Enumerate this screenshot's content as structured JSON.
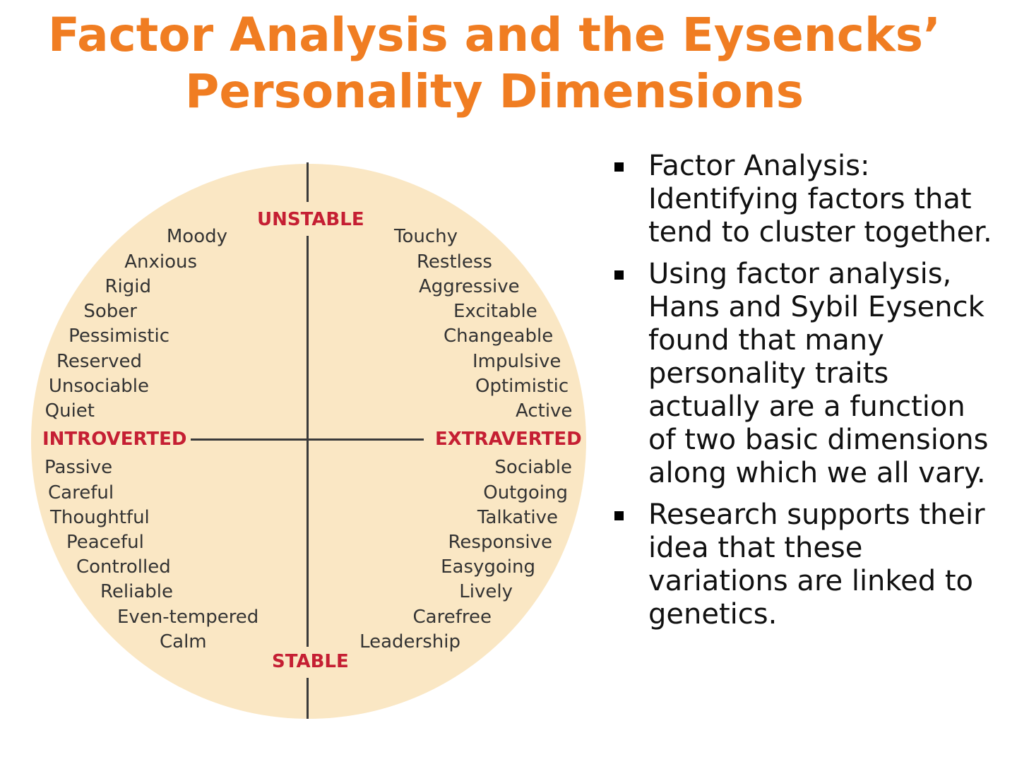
{
  "title": {
    "line1": "Factor Analysis and the Eysencks’",
    "line2": "Personality Dimensions"
  },
  "colors": {
    "title": "#f07d22",
    "circle": "#fae7c4",
    "pole_labels": "#c51f33",
    "trait_text": "#333333",
    "axis": "#3a3a3a"
  },
  "diagram": {
    "poles": {
      "top": "UNSTABLE",
      "bottom": "STABLE",
      "left": "INTROVERTED",
      "right": "EXTRAVERTED"
    },
    "quadrants": {
      "unstable_introverted": [
        "Moody",
        "Anxious",
        "Rigid",
        "Sober",
        "Pessimistic",
        "Reserved",
        "Unsociable",
        "Quiet"
      ],
      "unstable_extraverted": [
        "Touchy",
        "Restless",
        "Aggressive",
        "Excitable",
        "Changeable",
        "Impulsive",
        "Optimistic",
        "Active"
      ],
      "stable_introverted": [
        "Passive",
        "Careful",
        "Thoughtful",
        "Peaceful",
        "Controlled",
        "Reliable",
        "Even-tempered",
        "Calm"
      ],
      "stable_extraverted": [
        "Sociable",
        "Outgoing",
        "Talkative",
        "Responsive",
        "Easygoing",
        "Lively",
        "Carefree",
        "Leadership"
      ]
    }
  },
  "bullets": [
    "Factor Analysis: Identifying factors that tend to cluster together.",
    "Using factor analysis, Hans and Sybil Eysenck found that many personality traits actually are a function of two basic dimensions along which we all vary.",
    "Research supports their idea that these variations are linked to genetics."
  ]
}
